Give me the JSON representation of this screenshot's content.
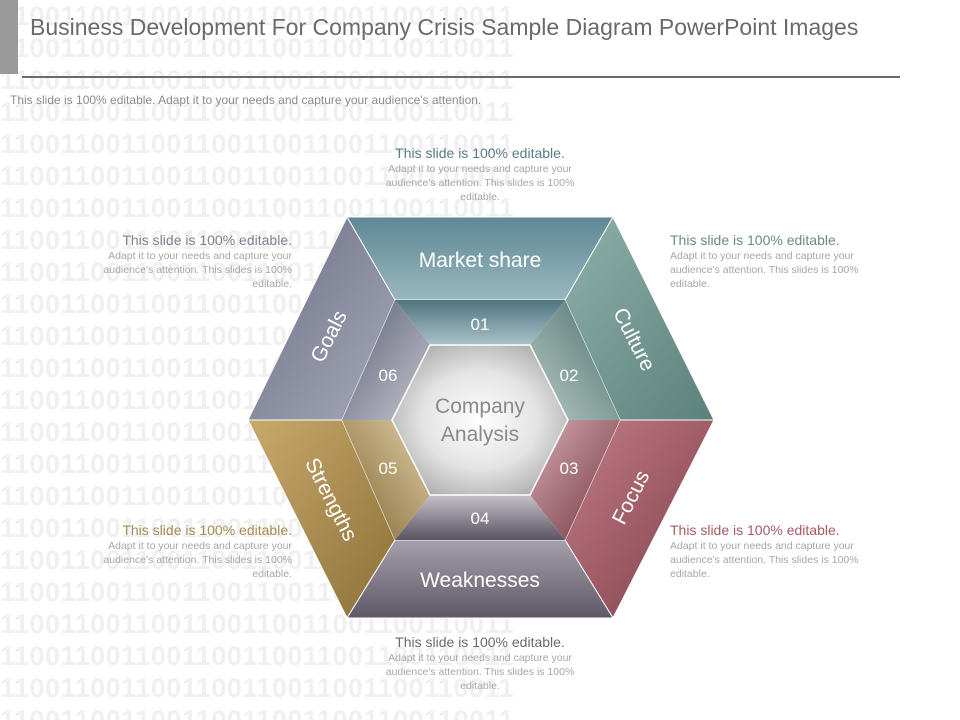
{
  "title": "Business Development For Company Crisis Sample Diagram PowerPoint Images",
  "subtitle": "This slide is 100% editable. Adapt it to your needs and capture your audience's attention.",
  "background_pattern": "1100110011001100110011001100110011",
  "colors": {
    "market_share": "#6d929e",
    "culture": "#6f918c",
    "focus": "#9c5a66",
    "weaknesses": "#7e7784",
    "strengths": "#a88b52",
    "goals": "#7f8296",
    "center": "#c9c9c9"
  },
  "diagram": {
    "center": {
      "line1": "Company",
      "line2": "Analysis"
    },
    "segments": [
      {
        "label": "Market share",
        "number": "01"
      },
      {
        "label": "Culture",
        "number": "02"
      },
      {
        "label": "Focus",
        "number": "03"
      },
      {
        "label": "Weaknesses",
        "number": "04"
      },
      {
        "label": "Strengths",
        "number": "05"
      },
      {
        "label": "Goals",
        "number": "06"
      }
    ]
  },
  "notes": {
    "top": {
      "heading": "This slide is 100% editable.",
      "body": "Adapt it to your needs and capture your audience's attention. This slides is 100% editable."
    },
    "top_left": {
      "heading": "This slide is 100% editable.",
      "body": "Adapt it to your needs and capture your audience's attention. This slides is 100% editable."
    },
    "top_right": {
      "heading": "This slide is 100% editable.",
      "body": "Adapt it to your needs and capture your audience's attention. This slides is 100% editable."
    },
    "bottom_left": {
      "heading": "This slide is 100% editable.",
      "body": "Adapt it to your needs and capture your audience's attention. This slides is 100% editable."
    },
    "bottom_right": {
      "heading": "This slide is 100% editable.",
      "body": "Adapt it to your needs and capture your audience's attention. This slides is 100% editable."
    },
    "bottom": {
      "heading": "This slide is 100% editable.",
      "body": "Adapt it to your needs and capture your audience's attention. This slides is 100% editable."
    }
  }
}
